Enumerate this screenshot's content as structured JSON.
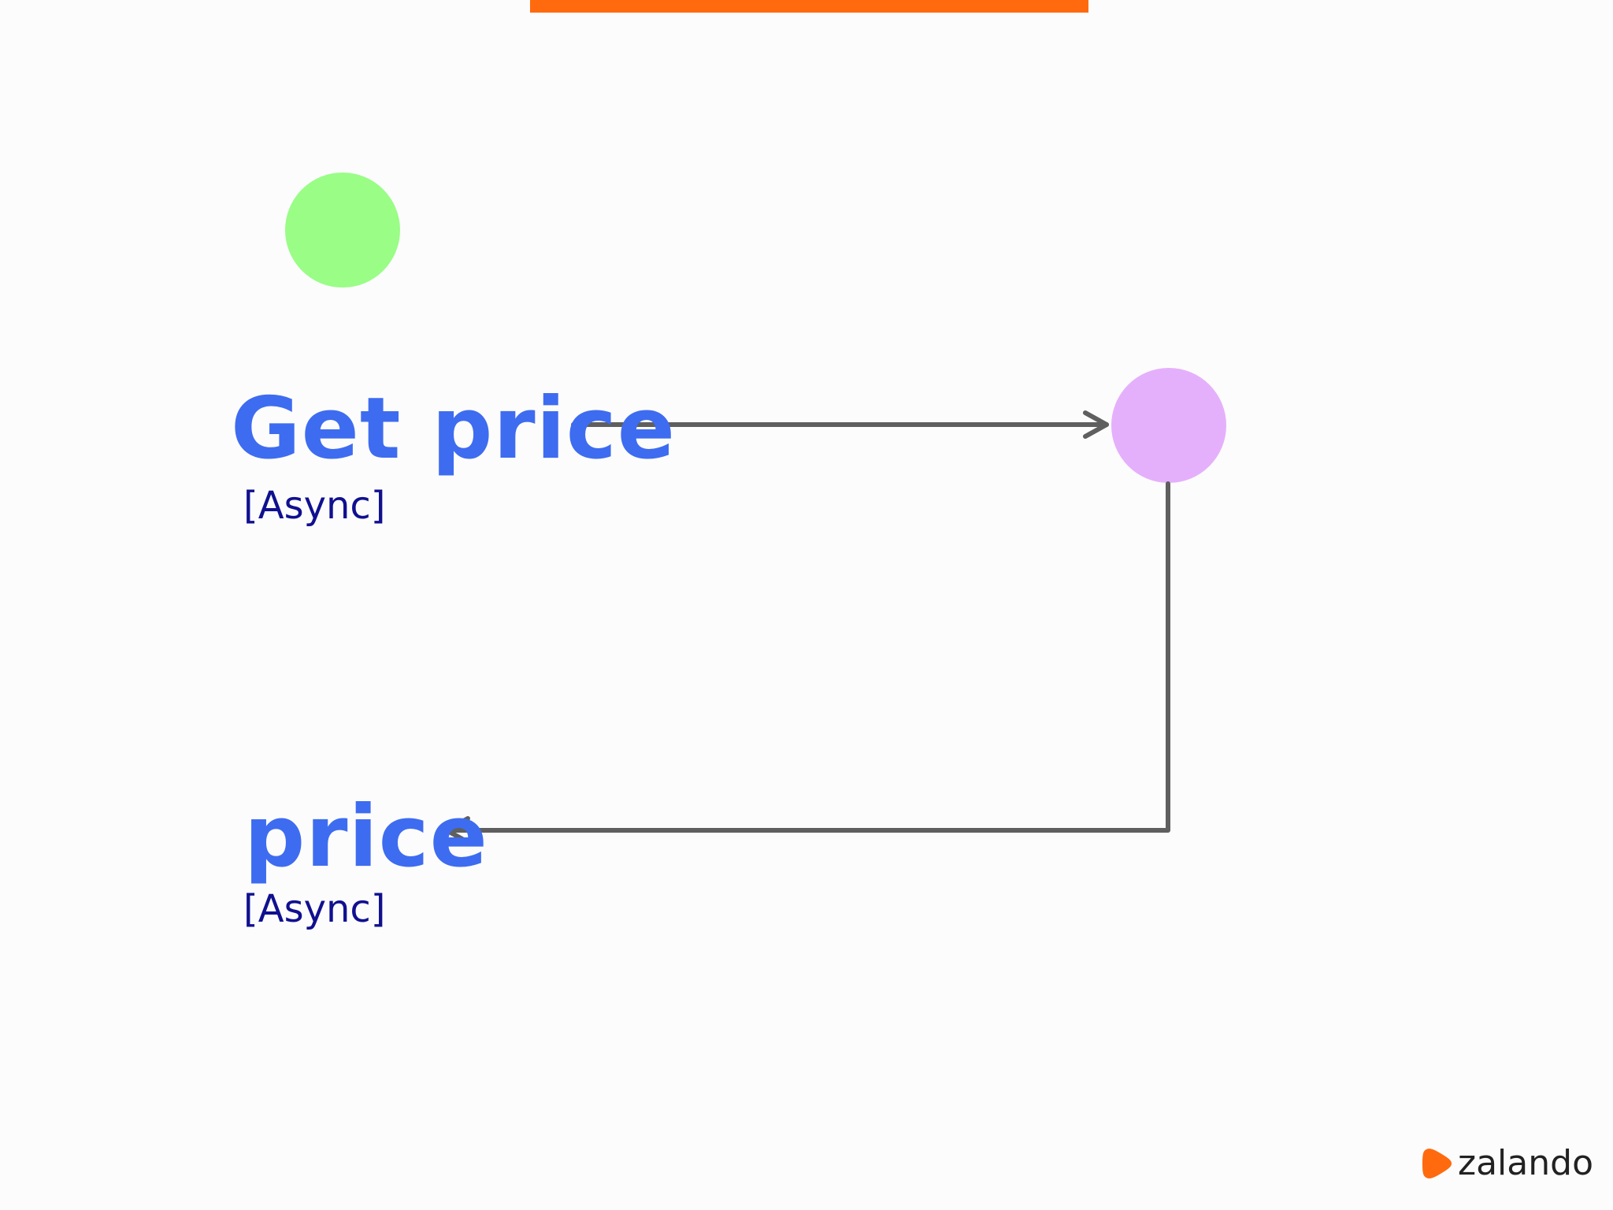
{
  "diagram": {
    "request": {
      "label": "Get price",
      "mode": "[Async]"
    },
    "response": {
      "label": "price",
      "mode": "[Async]"
    }
  },
  "brand": {
    "name": "zalando"
  },
  "colors": {
    "accent_bar": "#ff6a0e",
    "label_blue": "#3e6cf0",
    "sublabel_navy": "#101090",
    "node_green": "#99fd86",
    "node_pink": "#e5b0fb",
    "arrow_gray": "#5f5f5f",
    "logo_orange": "#ff6a0e"
  }
}
